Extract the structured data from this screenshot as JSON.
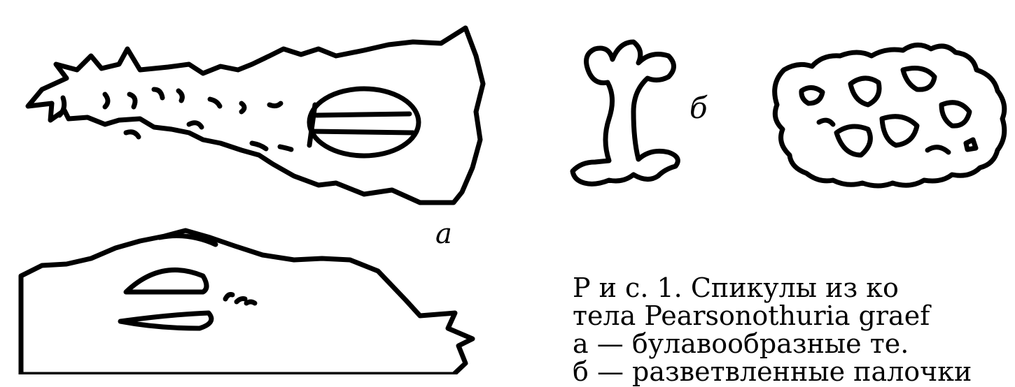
{
  "labels": {
    "a": "a",
    "b": "б"
  },
  "caption": {
    "line1": "Р и с.   1.   Спикулы   из   ко",
    "line2": "тела    Pearsonothuria    graef",
    "line3": "а — булавообразные          те.",
    "line4": " б — разветвленные   палочки"
  }
}
